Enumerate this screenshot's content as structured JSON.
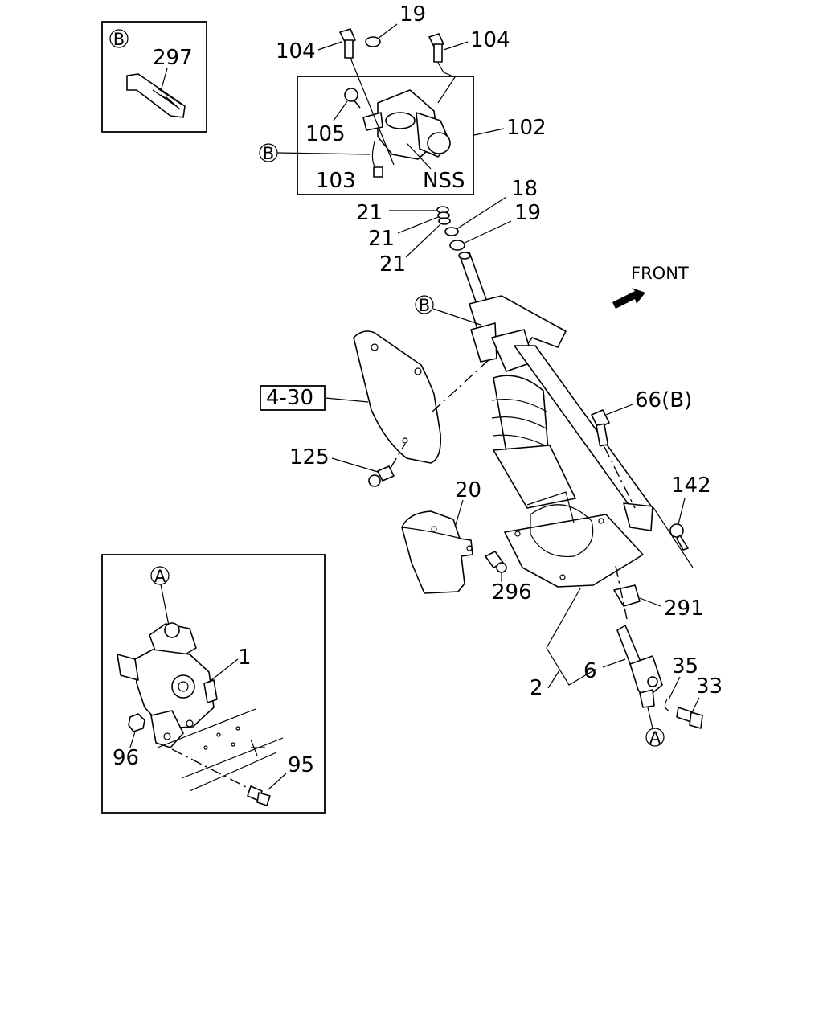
{
  "callouts": {
    "b_box_ref": "B",
    "b_box_part": "297",
    "top_19": "19",
    "top_104_left": "104",
    "top_104_right": "104",
    "c105": "105",
    "c102": "102",
    "c_b_left": "B",
    "c103": "103",
    "nss": "NSS",
    "c18": "18",
    "c19_right": "19",
    "c21_a": "21",
    "c21_b": "21",
    "c21_c": "21",
    "front": "FRONT",
    "c_b_column": "B",
    "c4_30": "4-30",
    "c66b": "66(B)",
    "c125": "125",
    "c142": "142",
    "c20": "20",
    "c296": "296",
    "c291": "291",
    "c35": "35",
    "c33": "33",
    "c6": "6",
    "c2": "2",
    "c_a_bottom": "A",
    "a_box_ref": "A",
    "c1": "1",
    "c96": "96",
    "c95": "95"
  }
}
